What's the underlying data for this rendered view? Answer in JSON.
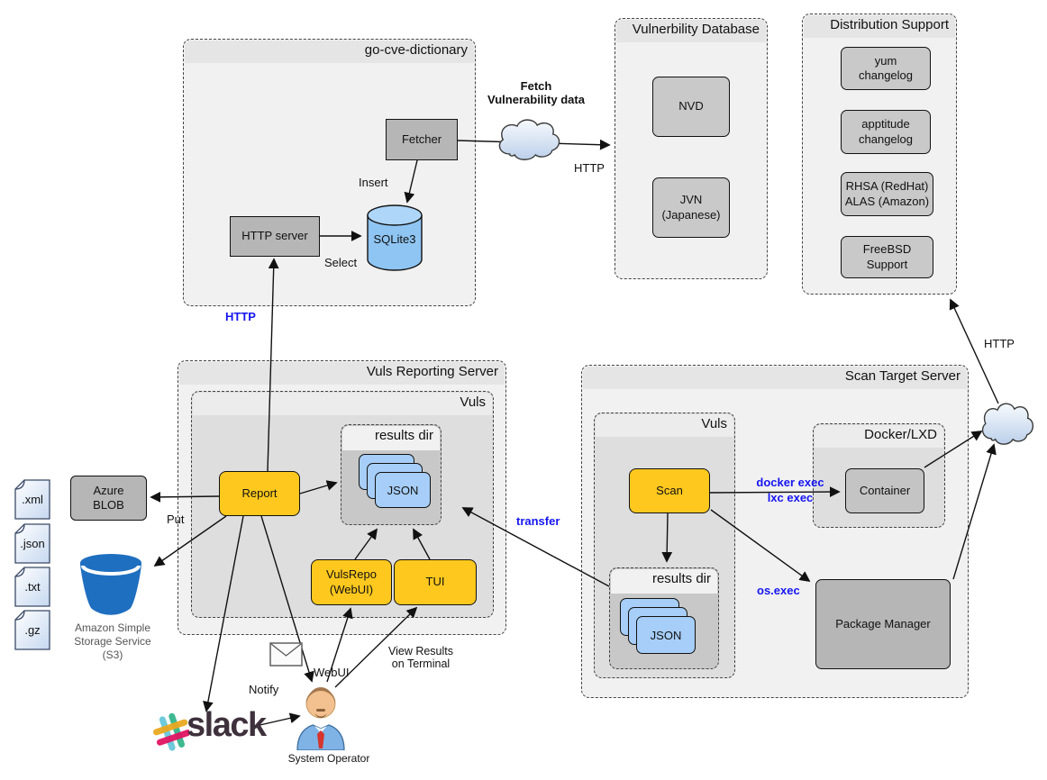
{
  "colors": {
    "accent_yellow": "#ffc81e",
    "node_gray": "#c9c9c9",
    "card_blue": "#a6cef8",
    "edge_label_blue": "#1616f0",
    "s3_blue": "#1f6fc0",
    "slack_wordmark": "#3e313c",
    "slack_hash": [
      "#6ecadc",
      "#3eb991",
      "#e9a820",
      "#e01563"
    ]
  },
  "containers": {
    "go_cve": {
      "title": "go-cve-dictionary"
    },
    "vuln_db": {
      "title": "Vulnerbility Database"
    },
    "dist_support": {
      "title": "Distribution Support"
    },
    "reporting_server": {
      "title": "Vuls Reporting Server"
    },
    "reporting_vuls": {
      "title": "Vuls"
    },
    "reporting_results": {
      "title": "results dir"
    },
    "scan_server": {
      "title": "Scan Target Server"
    },
    "scan_vuls": {
      "title": "Vuls"
    },
    "scan_results": {
      "title": "results dir"
    },
    "docker_lxd": {
      "title": "Docker/LXD"
    }
  },
  "nodes": {
    "fetcher": "Fetcher",
    "http_server": "HTTP server",
    "sqlite3": "SQLite3",
    "nvd": "NVD",
    "jvn": "JVN\n(Japanese)",
    "yum": "yum\nchangelog",
    "apptitude": "apptitude\nchangelog",
    "rhsa": "RHSA (RedHat)\nALAS (Amazon)",
    "freebsd": "FreeBSD Support",
    "azure": "Azure\nBLOB",
    "report": "Report",
    "vulsrepo": "VulsRepo\n(WebUI)",
    "tui": "TUI",
    "scan": "Scan",
    "container": "Container",
    "package_manager": "Package Manager",
    "json": "JSON",
    "s3": "Amazon Simple\nStorage Service\n(S3)",
    "slack": "slack",
    "system_operator": "System Operator"
  },
  "files": [
    ".xml",
    ".json",
    ".txt",
    ".gz"
  ],
  "labels": {
    "fetch": "Fetch\nVulnerability data",
    "http_fetch": "HTTP",
    "insert": "Insert",
    "select": "Select",
    "http_report": "HTTP",
    "put": "Put",
    "notify": "Notify",
    "webui": "WebUI",
    "view_results": "View Results\non Terminal",
    "transfer": "transfer",
    "docker_exec": "docker exec",
    "lxc_exec": "lxc exec",
    "os_exec": "os.exec",
    "http_dist": "HTTP"
  }
}
